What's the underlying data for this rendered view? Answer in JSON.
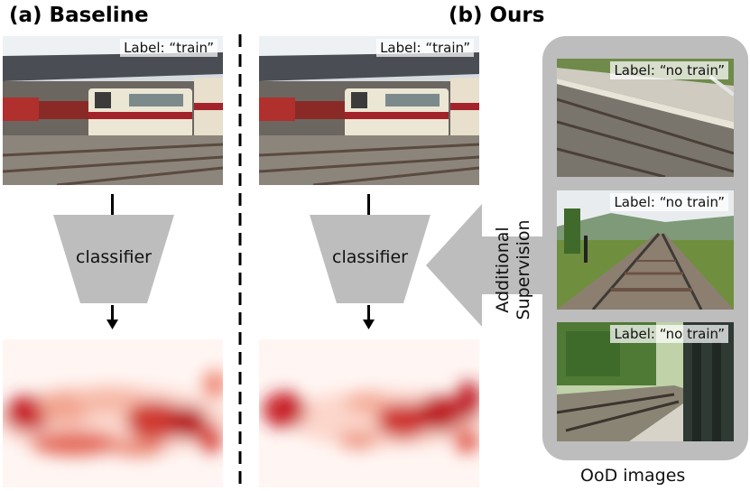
{
  "panels": {
    "baseline_title": "(a) Baseline",
    "ours_title": "(b) Ours"
  },
  "labels": {
    "train": "Label: “train”",
    "no_train": "Label: “no train”"
  },
  "classifier_label": "classifier",
  "additional_supervision": [
    "Additional",
    "Supervision"
  ],
  "ood_caption": "OoD images",
  "colors": {
    "classifier_gray": "#bdbdbd",
    "panel_gray": "#bdbdbd",
    "heatmap_red": "#c0121a"
  }
}
